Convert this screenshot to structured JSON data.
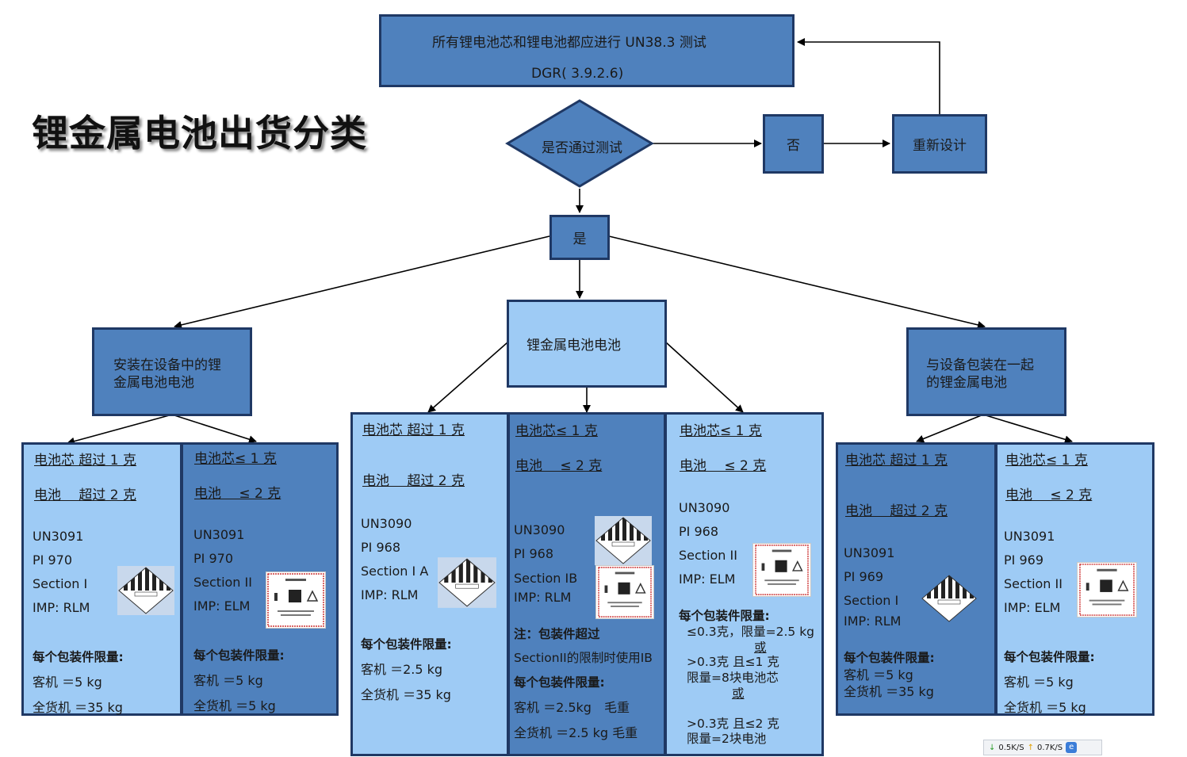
{
  "title": "锂金属电池出货分类",
  "top": {
    "line1": "所有锂电池芯和锂电池都应进行 UN38.3 测试",
    "line2": "DGR( 3.9.2.6)"
  },
  "decision": "是否通过测试",
  "no": "否",
  "redesign": "重新设计",
  "yes": "是",
  "category_left": "安装在设备中的锂\n金属电池电池",
  "category_mid": "锂金属电池电池",
  "category_right": "与设备包装在一起\n的锂金属电池",
  "panels": [
    {
      "cell": "电池芯 超过 1 克",
      "battery": "电池　 超过 2 克",
      "un": "UN3091",
      "pi": "PI 970",
      "section": "Section I",
      "imp": "IMP: RLM",
      "limit_title": "每个包装件限量:",
      "pax": "客机 ＝5 kg",
      "cargo": "全货机 ＝35 kg",
      "icon": "class9-diamond"
    },
    {
      "cell": "电池芯≤ 1 克",
      "battery": "电池　 ≤ 2 克",
      "un": "UN3091",
      "pi": "PI 970",
      "section": "Section II",
      "imp": "IMP: ELM",
      "limit_title": "每个包装件限量:",
      "pax": "客机 ＝5 kg",
      "cargo": "全货机 ＝5 kg",
      "icon": "caution-label"
    },
    {
      "cell": "电池芯 超过 1 克",
      "battery": "电池　 超过 2 克",
      "un": "UN3090",
      "pi": "PI 968",
      "section": "Section I A",
      "imp": "IMP: RLM",
      "limit_title": "每个包装件限量:",
      "pax": "客机 ＝2.5 kg",
      "cargo": "全货机 ＝35 kg",
      "icon": "class9-diamond"
    },
    {
      "cell": "电池芯≤ 1 克",
      "battery": "电池　 ≤ 2 克",
      "un": "UN3090",
      "pi": "PI 968",
      "section": "Section IB",
      "imp": "IMP: RLM",
      "note1": "注：包装件超过",
      "note2": "SectionII的限制时使用IB",
      "limit_title": "每个包装件限量:",
      "pax": "客机 ＝2.5kg　毛重",
      "cargo": "全货机 ＝2.5 kg 毛重",
      "icon": "class9-diamond-and-caution"
    },
    {
      "cell": "电池芯≤ 1 克",
      "battery": "电池　 ≤ 2 克",
      "un": "UN3090",
      "pi": "PI 968",
      "section": "Section II",
      "imp": "IMP: ELM",
      "limit_title": "每个包装件限量:",
      "l1": "≤0.3克，限量=2.5 kg",
      "or1": "或",
      "l2": ">0.3克 且≤1 克",
      "l3": "限量=8块电池芯",
      "or2": "或",
      "l4": ">0.3克 且≤2 克",
      "l5": "限量=2块电池",
      "icon": "caution-label"
    },
    {
      "cell": "电池芯 超过 1 克",
      "battery": "电池　 超过 2 克",
      "un": "UN3091",
      "pi": "PI 969",
      "section": "Section I",
      "imp": "IMP: RLM",
      "limit_title": "每个包装件限量:",
      "pax": "客机 ＝5 kg",
      "cargo": "全货机 ＝35 kg",
      "icon": "class9-diamond"
    },
    {
      "cell": "电池芯≤ 1 克",
      "battery": "电池　 ≤ 2 克",
      "un": "UN3091",
      "pi": "PI 969",
      "section": "Section II",
      "imp": "IMP: ELM",
      "limit_title": "每个包装件限量:",
      "pax": "客机 ＝5 kg",
      "cargo": "全货机 ＝5 kg",
      "icon": "caution-label"
    }
  ],
  "status_bar": {
    "down": "0.5K/S",
    "up": "0.7K/S"
  },
  "colors": {
    "dark": "#4f81bd",
    "light": "#9ecbf5",
    "border": "#1f3864"
  }
}
